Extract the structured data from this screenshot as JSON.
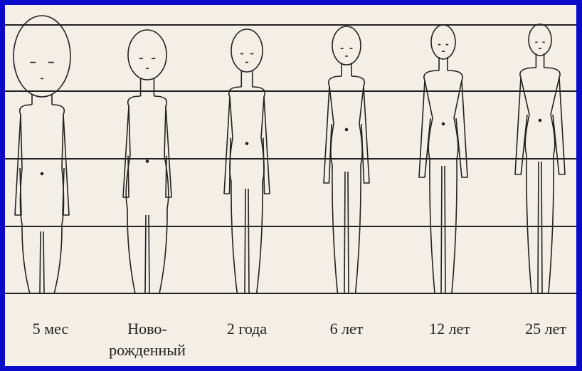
{
  "colors": {
    "border": "#0a0ac8",
    "paper": "#f3eee6",
    "ink": "#222222"
  },
  "figures": [
    {
      "age_label": "5 мес"
    },
    {
      "age_label": "Ново-\nрожденный"
    },
    {
      "age_label": "2 года"
    },
    {
      "age_label": "6 лет"
    },
    {
      "age_label": "12 лет"
    },
    {
      "age_label": "25 лет"
    }
  ]
}
